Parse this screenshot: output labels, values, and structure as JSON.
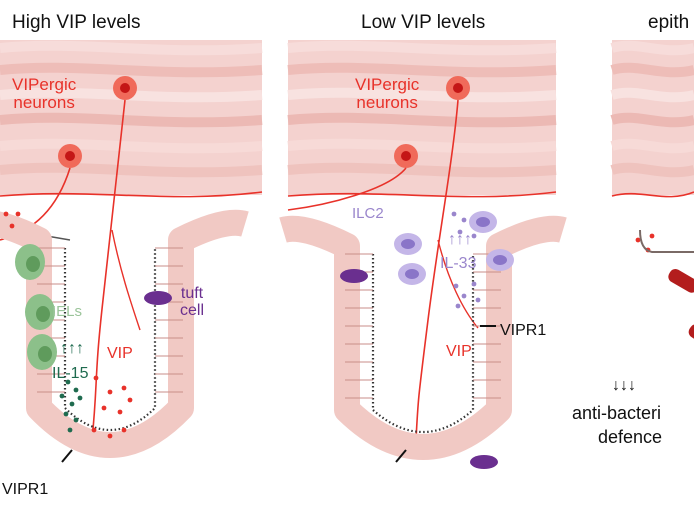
{
  "panels": [
    {
      "title": "High VIP levels",
      "labels": {
        "vipergic_neurons": "VIPergic\nneurons",
        "iels": "IELs",
        "il15": "IL-15",
        "il15_arrows": "↑↑↑",
        "vip": "VIP",
        "tuft_cell": "tuft\ncell",
        "vipr1": "VIPR1"
      }
    },
    {
      "title": "Low VIP levels",
      "labels": {
        "vipergic_neurons": "VIPergic\nneurons",
        "ilc2": "ILC2",
        "il33": "IL-33",
        "il33_arrows": "↑↑↑",
        "vip": "VIP",
        "vipr1": "VIPR1"
      }
    },
    {
      "title": "epith",
      "labels": {
        "anti_bacterial": "anti-bacteri",
        "defence": "defence",
        "down_arrows": "↓↓↓"
      }
    }
  ],
  "colors": {
    "neuron": "#e8322a",
    "iel": "#8cc08a",
    "iel_text": "#9bc49a",
    "il15": "#1f6b4f",
    "ilc2": "#9a86cc",
    "tuft": "#6a2f8f",
    "bacteria": "#b31d1d",
    "muscle": "#f4d2cf",
    "epithelium": "#f1c9c4"
  }
}
